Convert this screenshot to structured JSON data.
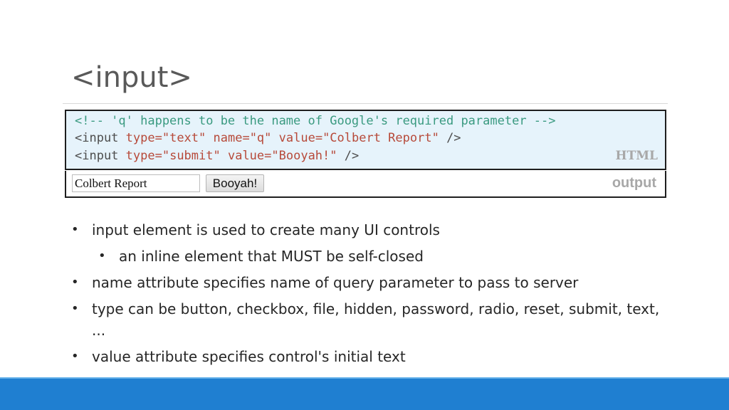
{
  "title": "<input>",
  "code": {
    "line1": "<!-- 'q' happens to be the name of Google's required parameter -->",
    "line2": {
      "open": "<input ",
      "attr1": "type=",
      "val1": "\"text\"",
      "attr2": " name=",
      "val2": "\"q\"",
      "attr3": " value=",
      "val3": "\"Colbert Report\"",
      "close": " />"
    },
    "line3": {
      "open": "<input ",
      "attr1": "type=",
      "val1": "\"submit\"",
      "attr2": " value=",
      "val2": "\"Booyah!\"",
      "close": " />"
    },
    "label": "HTML"
  },
  "output": {
    "text_value": "Colbert Report",
    "submit_label": "Booyah!",
    "label": "output"
  },
  "bullets": [
    "input element is used to create many UI controls",
    "an inline element that MUST be self-closed",
    "name attribute specifies name of query parameter to pass to server",
    "type can be button, checkbox, file, hidden, password, radio, reset, submit, text, ...",
    "value attribute specifies control's initial text"
  ],
  "bullet_glyph": "•",
  "colors": {
    "footer": "#1f7fd1",
    "code_background": "#e6f3fb",
    "comment": "#3a9a80",
    "attribute": "#b74a3a"
  }
}
